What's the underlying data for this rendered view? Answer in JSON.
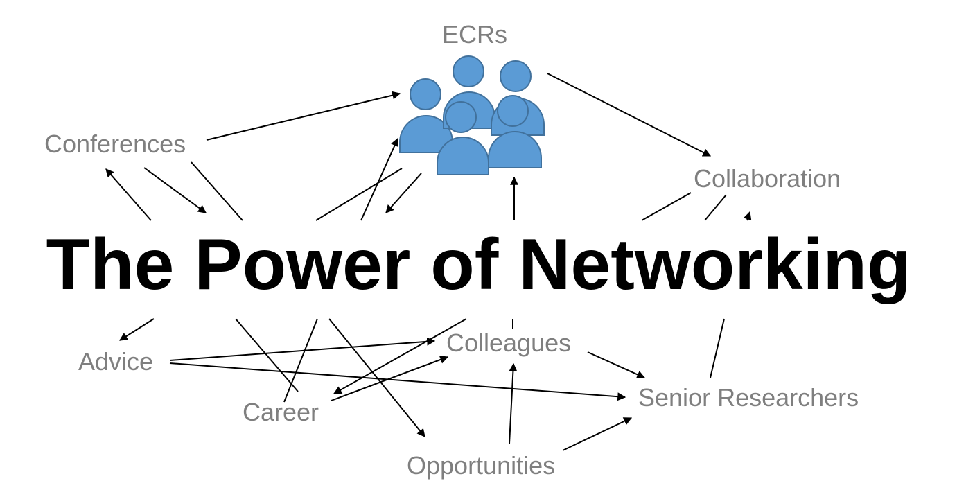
{
  "title": "The Power of Networking",
  "nodes": {
    "ecrs": "ECRs",
    "conferences": "Conferences",
    "collaboration": "Collaboration",
    "advice": "Advice",
    "colleagues": "Colleagues",
    "career": "Career",
    "senior_researchers": "Senior Researchers",
    "opportunities": "Opportunities"
  },
  "colors": {
    "people_fill": "#5b9bd5",
    "people_stroke": "#41719c",
    "label": "#7f7f7f",
    "title": "#000000",
    "arrows": "#000000"
  },
  "icons": {
    "ecrs": "people-group-icon"
  }
}
